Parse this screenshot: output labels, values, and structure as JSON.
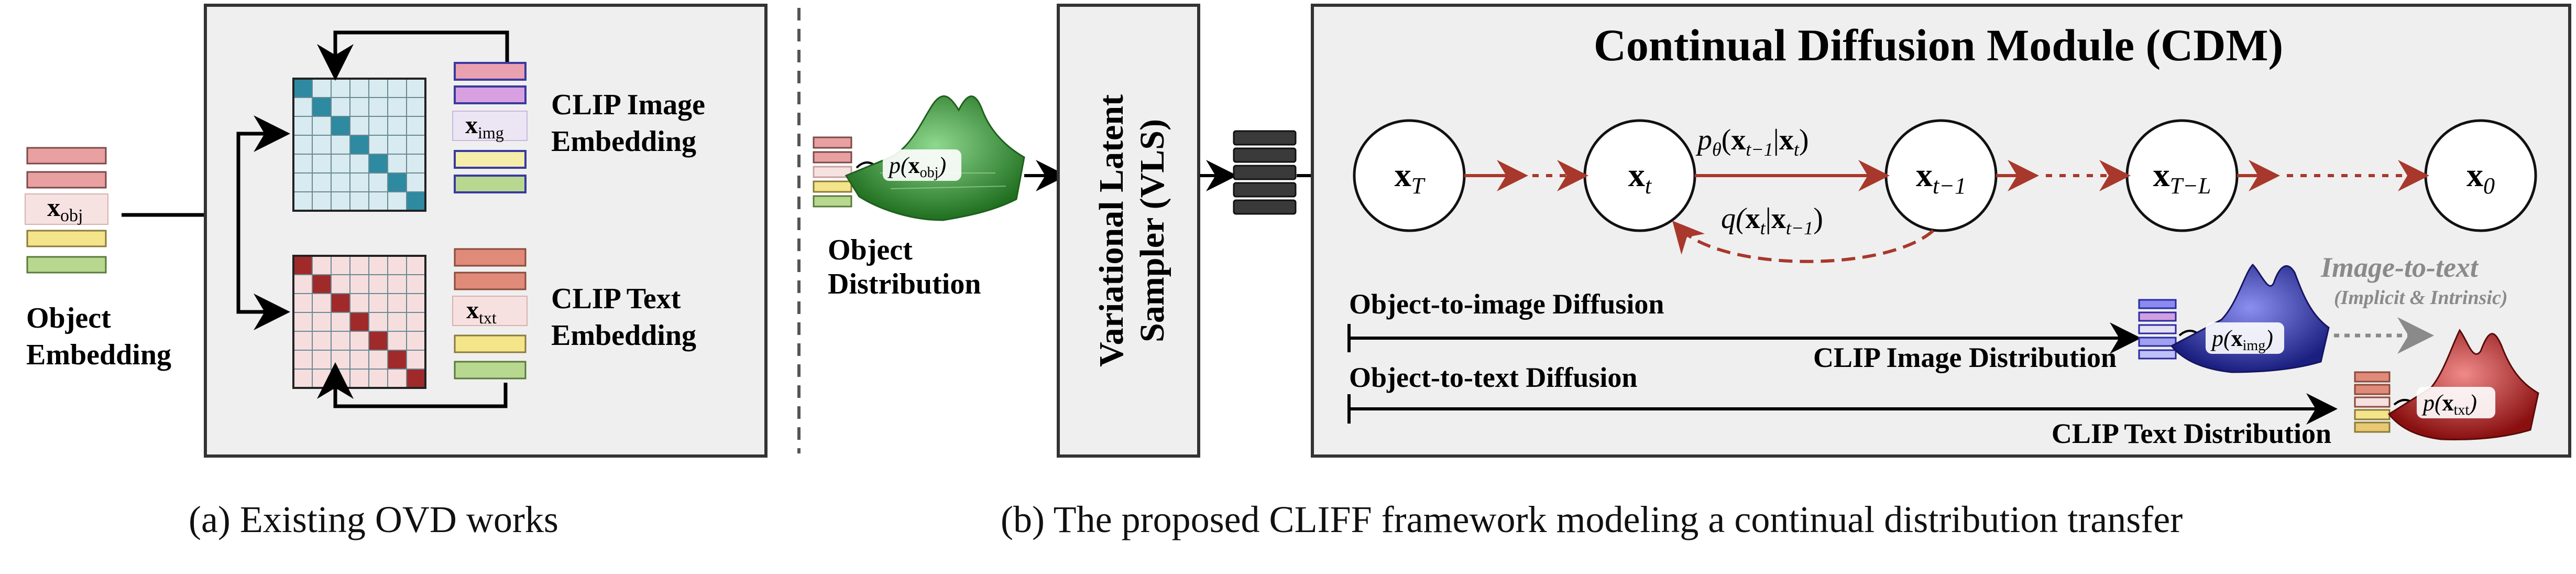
{
  "panel_a": {
    "object_embedding": {
      "line1": "Object",
      "line2": "Embedding"
    },
    "x_obj": {
      "base": "x",
      "sub": "obj"
    },
    "clip_image_embedding": {
      "line1": "CLIP Image",
      "line2": "Embedding"
    },
    "clip_text_embedding": {
      "line1": "CLIP Text",
      "line2": "Embedding"
    },
    "x_img": {
      "base": "x",
      "sub": "img"
    },
    "x_txt": {
      "base": "x",
      "sub": "txt"
    },
    "caption": "(a) Existing OVD works"
  },
  "panel_b": {
    "object_distribution": {
      "line1": "Object",
      "line2": "Distribution"
    },
    "p_obj": {
      "pre": "p(",
      "base": "x",
      "sub": "obj",
      "post": ")"
    },
    "vls": {
      "line1": "Variational Latent",
      "line2": "Sampler (VLS)"
    },
    "cdm_title": "Continual Diffusion Module (CDM)",
    "nodes": {
      "xT": {
        "base": "x",
        "sub": "T"
      },
      "xt": {
        "base": "x",
        "sub": "t"
      },
      "xt1": {
        "base": "x",
        "sub": "t−1"
      },
      "xTL": {
        "base": "x",
        "sub": "T−L"
      },
      "x0": {
        "base": "x",
        "sub": "0"
      }
    },
    "forward_label": {
      "p": "p",
      "theta": "θ",
      "open": "(",
      "x1": "x",
      "s1": "t−1",
      "bar": "|",
      "x2": "x",
      "s2": "t",
      "close": ")"
    },
    "reverse_label": {
      "q": "q(",
      "x1": "x",
      "s1": "t",
      "bar": "|",
      "x2": "x",
      "s2": "t−1",
      "close": ")"
    },
    "obj_to_img": "Object-to-image Diffusion",
    "obj_to_txt": "Object-to-text Diffusion",
    "clip_image_distribution": "CLIP Image Distribution",
    "clip_text_distribution": "CLIP Text Distribution",
    "image_to_text": "Image-to-text",
    "implicit": "(Implicit & Intrinsic)",
    "p_img": {
      "pre": "p(",
      "base": "x",
      "sub": "img",
      "post": ")"
    },
    "p_txt": {
      "pre": "p(",
      "base": "x",
      "sub": "txt",
      "post": ")"
    },
    "caption": "(b) The proposed CLIFF framework modeling a continual distribution transfer"
  },
  "colors": {
    "red_arrow": "#a8382c",
    "panel_bg": "#efefef",
    "teal": "#2e8aa0",
    "teal_light": "#d8ebf0",
    "dark_red": "#a02a2a",
    "pink_light": "#f7dede",
    "green_peak": "#2f8f2f",
    "blue_peak": "#2a2fa0",
    "red_peak": "#c02020"
  }
}
